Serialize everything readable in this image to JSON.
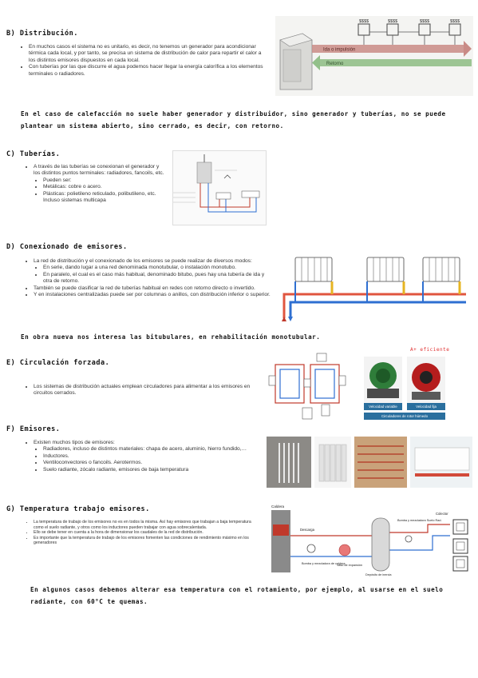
{
  "colors": {
    "supply": "#c0392b",
    "return": "#2e6fd1",
    "pipe_yellow": "#e6b422",
    "green": "#7aa874",
    "accent_red": "#e03030"
  },
  "sections": {
    "distribucion": {
      "heading": "B) Distribución.",
      "bullets": [
        "En muchos casos el sistema no es unitario, es decir, no tenemos un generador para acondicionar térmica cada local, y por tanto, se precisa un sistema de distribución de calor para repartir el calor a los distintos emisores dispuestos en cada local.",
        "Con tuberías por las que discurre el agua podemos hacer llegar la energía calorífica a los elementos terminales o radiadores."
      ],
      "figure": {
        "impulsion": "Ida o impulsión",
        "retorno": "Retorno",
        "price": "$$$$"
      },
      "note": "En el caso de calefacción no suele haber generador y distribuidor, sino generador y tuberías, no se puede plantear un sistema abierto, sino cerrado, es decir, con retorno."
    },
    "tuberias": {
      "heading": "C) Tuberías.",
      "intro": "A través de las tuberías se conexionan el generador y los distintos puntos terminales: radiadores, fancoils, etc.",
      "sub": [
        "Pueden ser:",
        "Metálicas: cobre o acero.",
        "Plásticas: polietileno reticulado, polibutileno, etc. Incluso sistemas multicapa"
      ]
    },
    "conexionado": {
      "heading": "D) Conexionado de emisores.",
      "b1": "La red de distribución y el conexionado de los emisores se puede realizar de diversos modos:",
      "b1_sub": [
        "En serie, dando lugar a una red denominada monotubular, o instalación monotubo.",
        "En paralelo, el cual es el caso más habitual, denominado bitubo, pues hay una tubería de ida y otra de retorno."
      ],
      "b2": "También se puede clasificar la red de tuberías habitual en redes con retorno directo o invertido.",
      "b3": "Y en instalaciones centralizadas puede ser por columnas o anillos, con distribución inferior o superior.",
      "note": "En obra nueva nos interesa las bitubulares, en rehabilitación monotubular."
    },
    "circulacion": {
      "heading": "E) Circulación forzada.",
      "bullet": "Los sistemas de distribución actuales emplean circuladores para alimentar a los emisores en circuitos cerrados.",
      "label_var": "Velocidad variable",
      "label_fija": "Velocidad fija",
      "label_rotor": "Circuladores de rotor húmedo",
      "annotation": "A+ eficiente"
    },
    "emisores": {
      "heading": "F) Emisores.",
      "intro": "Existen muchos tipos de emisores:",
      "sub": [
        "Radiadores, incluso de distintos materiales: chapa de acero, aluminio, hierro fundido,…",
        "Inductores.",
        "Ventiloconvectores o fancoils. Aerotermos.",
        "Suelo radiante, zócalo radiante, emisores de baja temperatura"
      ]
    },
    "temperatura": {
      "heading": "G) Temperatura trabajo emisores.",
      "bullets": [
        "La temperatura de trabajo de los emisores no es en todos la misma. Así hay emisores que trabajan a baja temperatura como el suelo radiante, y otros como los inductores pueden trabajar con agua sobrecalentada.",
        "Ello se debe tener en cuenta a la hora de dimensionar los caudales de la red de distribución.",
        "Es importante que la temperatura de trabajo de los emisores fomenten las condiciones de rendimiento máximo en los generadores"
      ],
      "fig": {
        "caldera": "Caldera",
        "descarga": "Descarga",
        "bomba_caldera": "Bomba y mezcladora de caldera",
        "vaso": "Vaso de expansión",
        "deposito": "Depósito de inercia",
        "bomba_suelo": "Bomba y mezcladora Suelo Rad.",
        "colector": "Colector"
      },
      "note": "En algunos casos debemos alterar esa temperatura con el rotamiento, por ejemplo, al usarse en el suelo radiante, con 60°C te quemas."
    }
  }
}
